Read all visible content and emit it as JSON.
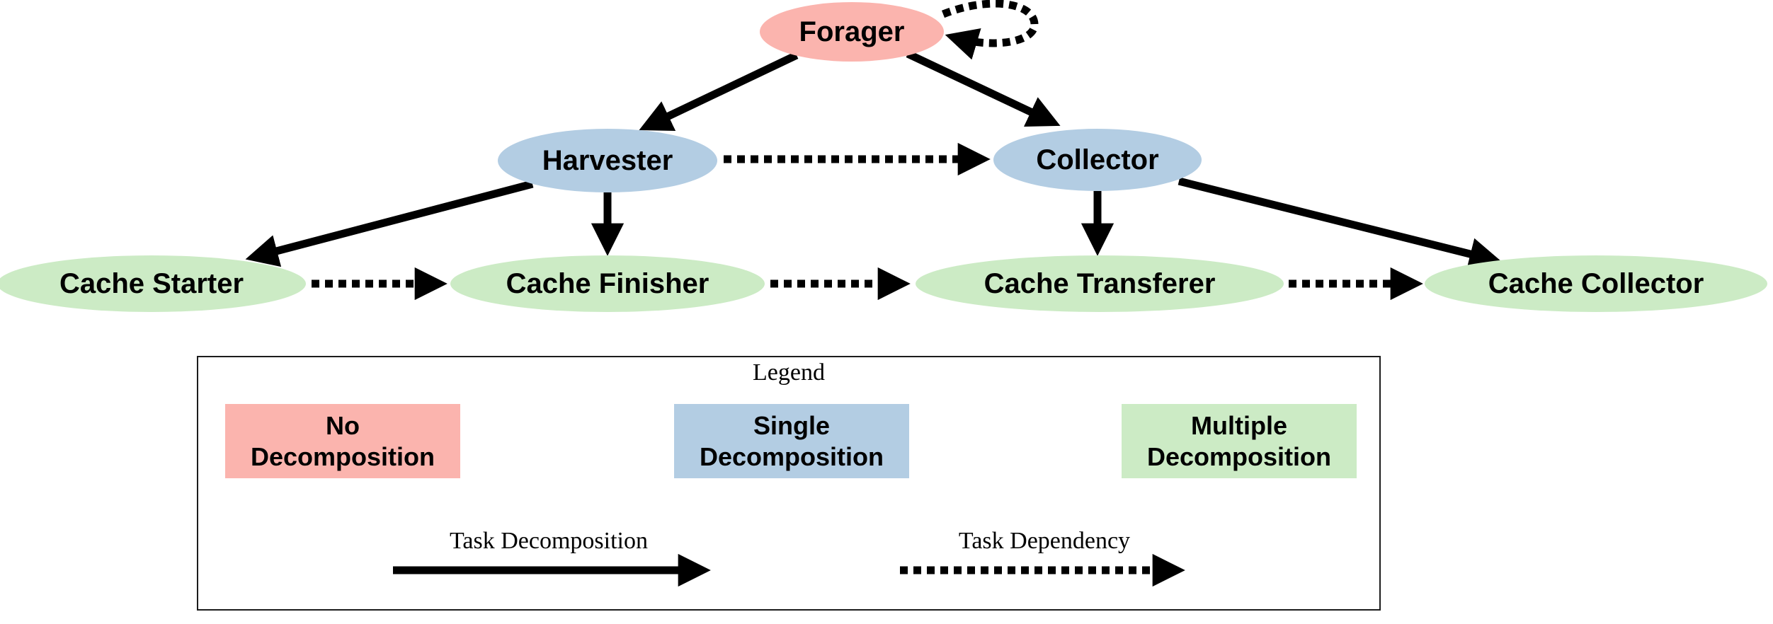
{
  "diagram": {
    "nodes": [
      {
        "id": "forager",
        "label": "Forager",
        "category": "no-decomposition"
      },
      {
        "id": "harvester",
        "label": "Harvester",
        "category": "single-decomposition"
      },
      {
        "id": "collector",
        "label": "Collector",
        "category": "single-decomposition"
      },
      {
        "id": "cache-starter",
        "label": "Cache Starter",
        "category": "multiple-decomposition"
      },
      {
        "id": "cache-finisher",
        "label": "Cache Finisher",
        "category": "multiple-decomposition"
      },
      {
        "id": "cache-transferer",
        "label": "Cache Transferer",
        "category": "multiple-decomposition"
      },
      {
        "id": "cache-collector",
        "label": "Cache Collector",
        "category": "multiple-decomposition"
      }
    ],
    "edges": [
      {
        "from": "Forager",
        "to": "Forager",
        "type": "task-dependency"
      },
      {
        "from": "Forager",
        "to": "Harvester",
        "type": "task-decomposition"
      },
      {
        "from": "Forager",
        "to": "Collector",
        "type": "task-decomposition"
      },
      {
        "from": "Harvester",
        "to": "Collector",
        "type": "task-dependency"
      },
      {
        "from": "Harvester",
        "to": "Cache Starter",
        "type": "task-decomposition"
      },
      {
        "from": "Harvester",
        "to": "Cache Finisher",
        "type": "task-decomposition"
      },
      {
        "from": "Collector",
        "to": "Cache Transferer",
        "type": "task-decomposition"
      },
      {
        "from": "Collector",
        "to": "Cache Collector",
        "type": "task-decomposition"
      },
      {
        "from": "Cache Starter",
        "to": "Cache Finisher",
        "type": "task-dependency"
      },
      {
        "from": "Cache Finisher",
        "to": "Cache Transferer",
        "type": "task-dependency"
      },
      {
        "from": "Cache Transferer",
        "to": "Cache Collector",
        "type": "task-dependency"
      }
    ]
  },
  "legend": {
    "title": "Legend",
    "swatches": [
      {
        "line1": "No",
        "line2": "Decomposition"
      },
      {
        "line1": "Single",
        "line2": "Decomposition"
      },
      {
        "line1": "Multiple",
        "line2": "Decomposition"
      }
    ],
    "arrow_examples": [
      {
        "label": "Task Decomposition",
        "style": "solid"
      },
      {
        "label": "Task Dependency",
        "style": "dashed"
      }
    ]
  },
  "colors": {
    "no_decomposition": "#fbb4ae",
    "single_decomposition": "#b3cde3",
    "multiple_decomposition": "#ccebc5",
    "edge": "#000000"
  }
}
